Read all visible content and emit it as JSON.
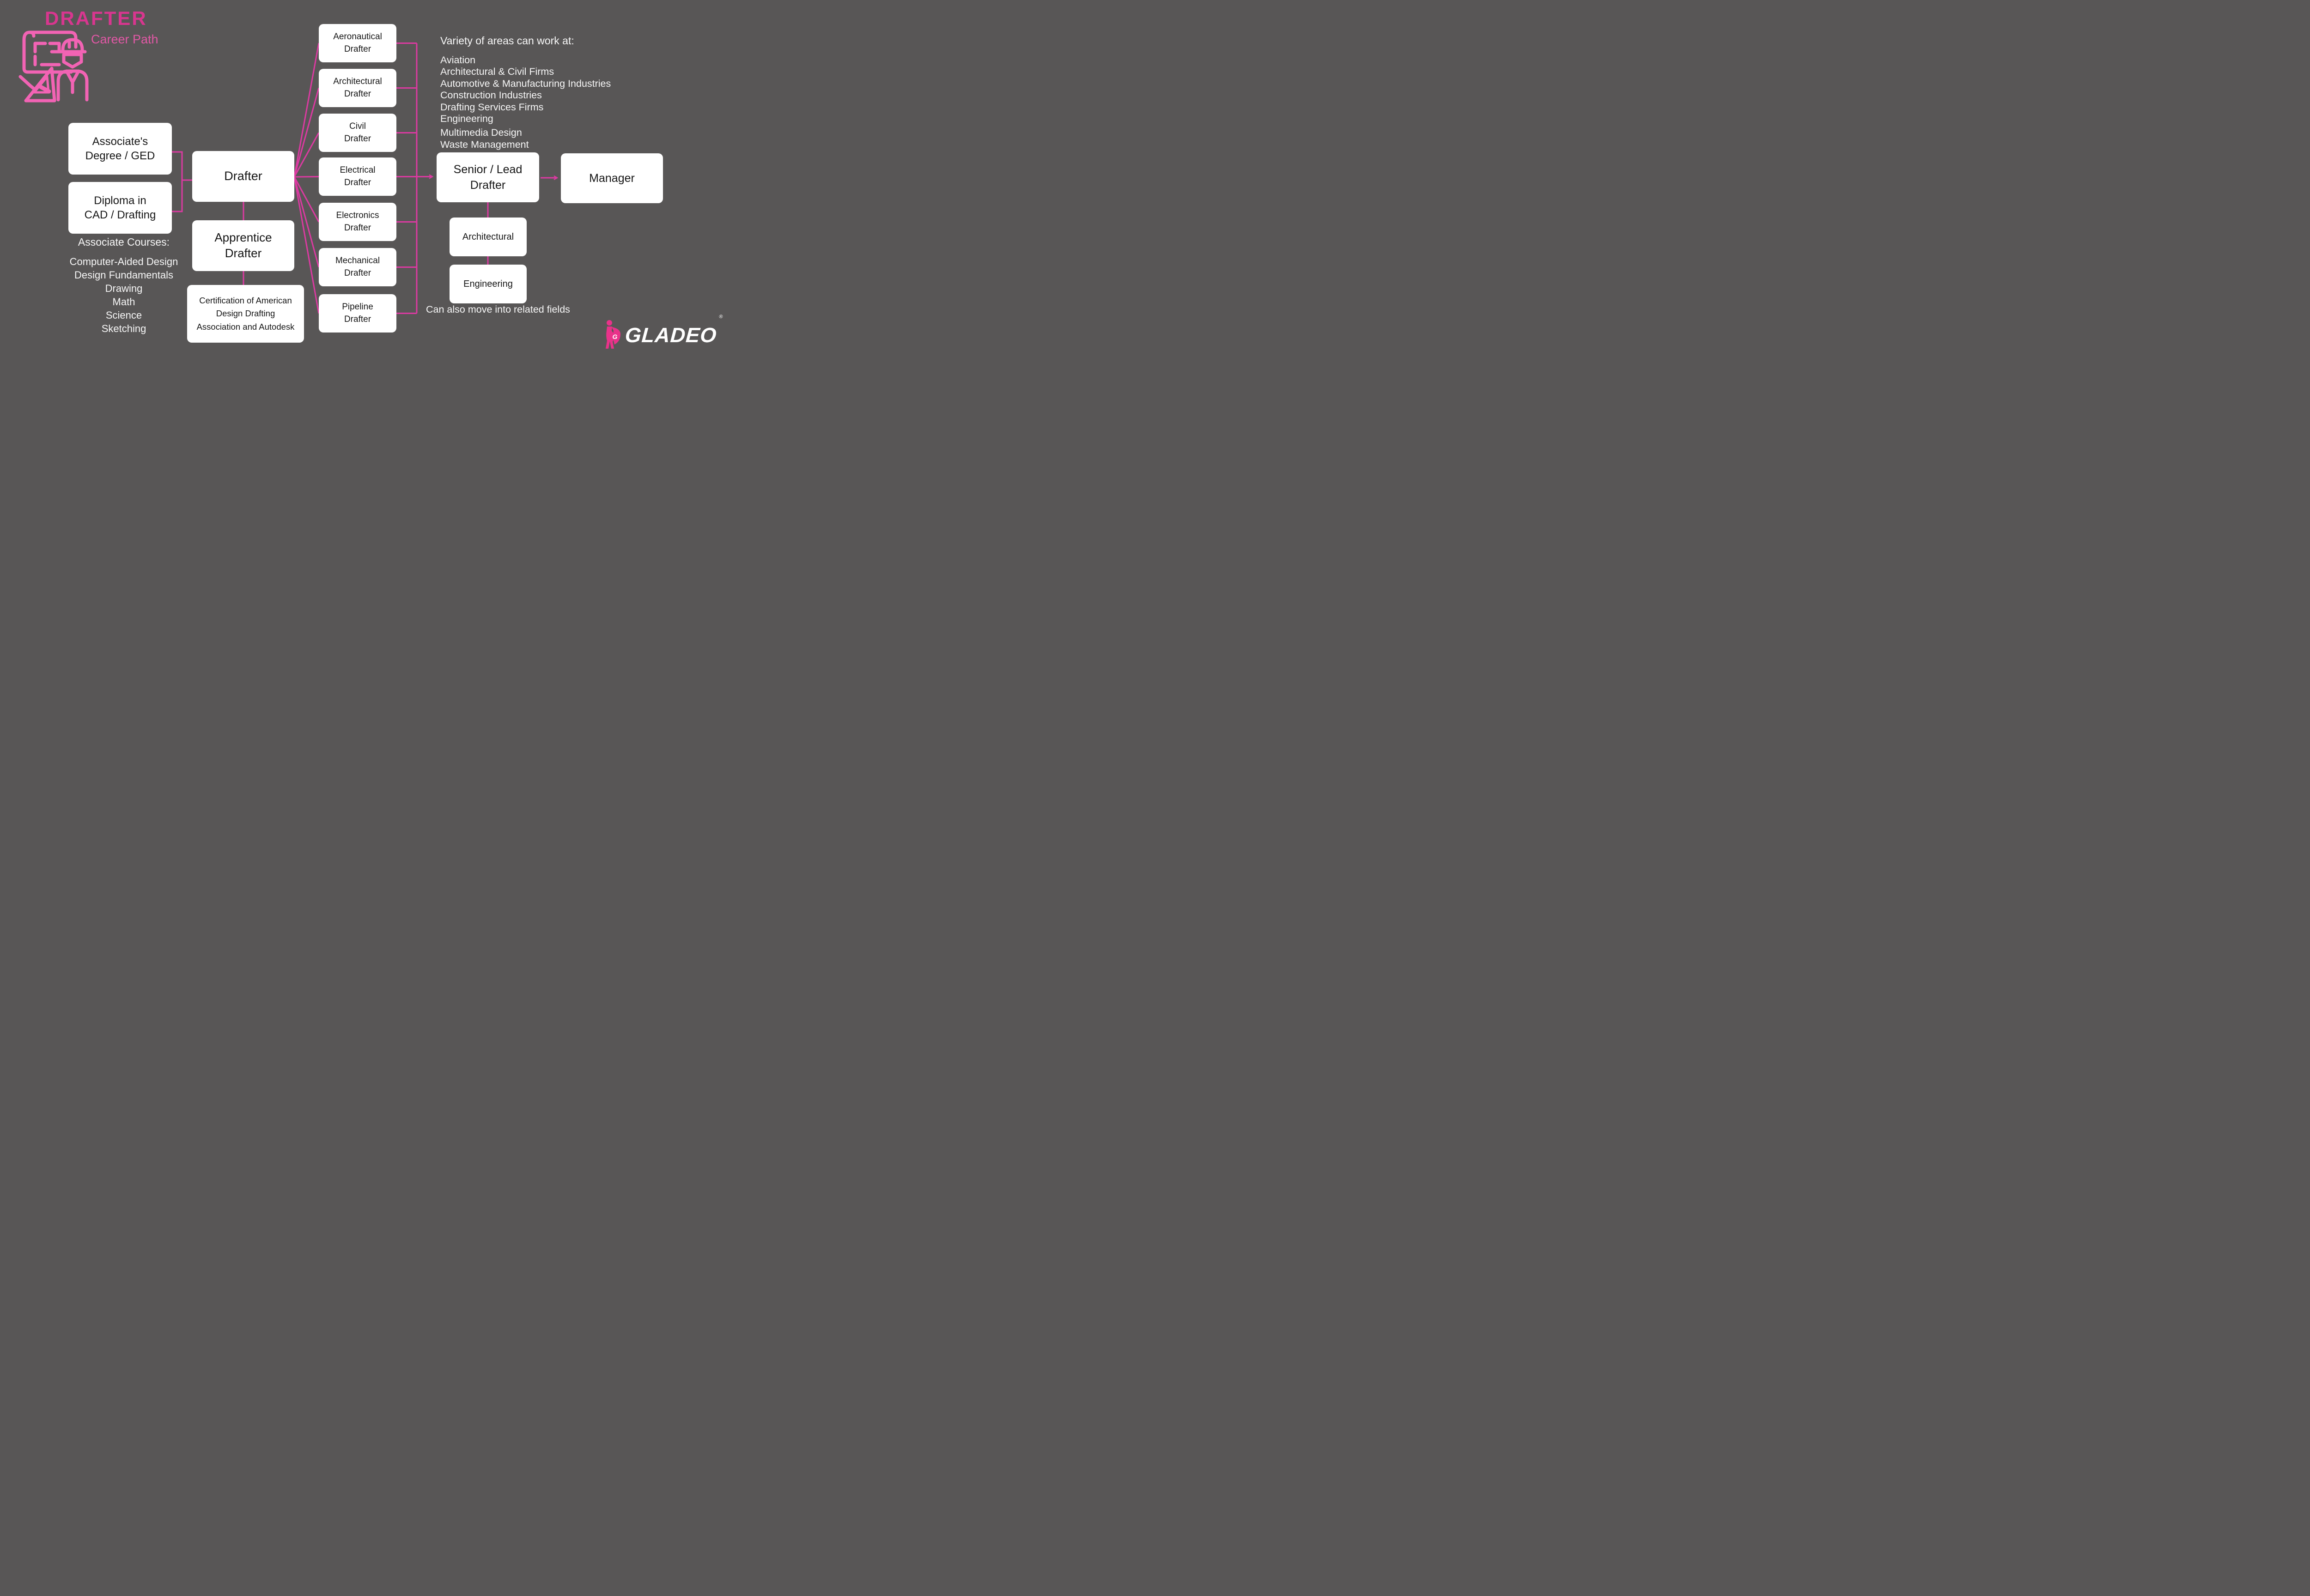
{
  "header": {
    "title": "DRAFTER",
    "subtitle": "Career Path"
  },
  "colors": {
    "background": "#585656",
    "connector_pink": "#db3aa1",
    "title_pink": "#d8368f",
    "subtitle_pink": "#e158a5",
    "icon_pink": "#f263b4",
    "box_background": "#ffffff",
    "box_text": "#161616",
    "light_text": "#f7f7f7"
  },
  "education": {
    "box1": {
      "line1": "Associate's",
      "line2": "Degree / GED"
    },
    "box2": {
      "line1": "Diploma in",
      "line2": "CAD / Drafting"
    },
    "courses_title": "Associate Courses:",
    "courses": [
      "Computer-Aided Design",
      "Design Fundamentals",
      "Drawing",
      "Math",
      "Science",
      "Sketching"
    ]
  },
  "flow": {
    "drafter": "Drafter",
    "apprentice": {
      "line1": "Apprentice",
      "line2": "Drafter"
    },
    "certification": {
      "line1": "Certification of American",
      "line2": "Design Drafting",
      "line3": "Association and Autodesk"
    },
    "senior": {
      "line1": "Senior / Lead",
      "line2": "Drafter"
    },
    "manager": "Manager"
  },
  "specialties": [
    {
      "line1": "Aeronautical",
      "line2": "Drafter"
    },
    {
      "line1": "Architectural",
      "line2": "Drafter"
    },
    {
      "line1": "Civil",
      "line2": "Drafter"
    },
    {
      "line1": "Electrical",
      "line2": "Drafter"
    },
    {
      "line1": "Electronics",
      "line2": "Drafter"
    },
    {
      "line1": "Mechanical",
      "line2": "Drafter"
    },
    {
      "line1": "Pipeline",
      "line2": "Drafter"
    }
  ],
  "work_areas": {
    "title": "Variety of areas can work at:",
    "items": [
      "Aviation",
      "Architectural & Civil Firms",
      "Automotive & Manufacturing Industries",
      "Construction Industries",
      "Drafting Services Firms",
      "Engineering",
      "Multimedia Design",
      "Waste Management"
    ]
  },
  "related": {
    "box1": "Architectural",
    "box2": "Engineering",
    "note": "Can also move into related fields"
  },
  "logo": {
    "wordmark": "GLADEO",
    "registered": "®",
    "monogram": "G"
  }
}
